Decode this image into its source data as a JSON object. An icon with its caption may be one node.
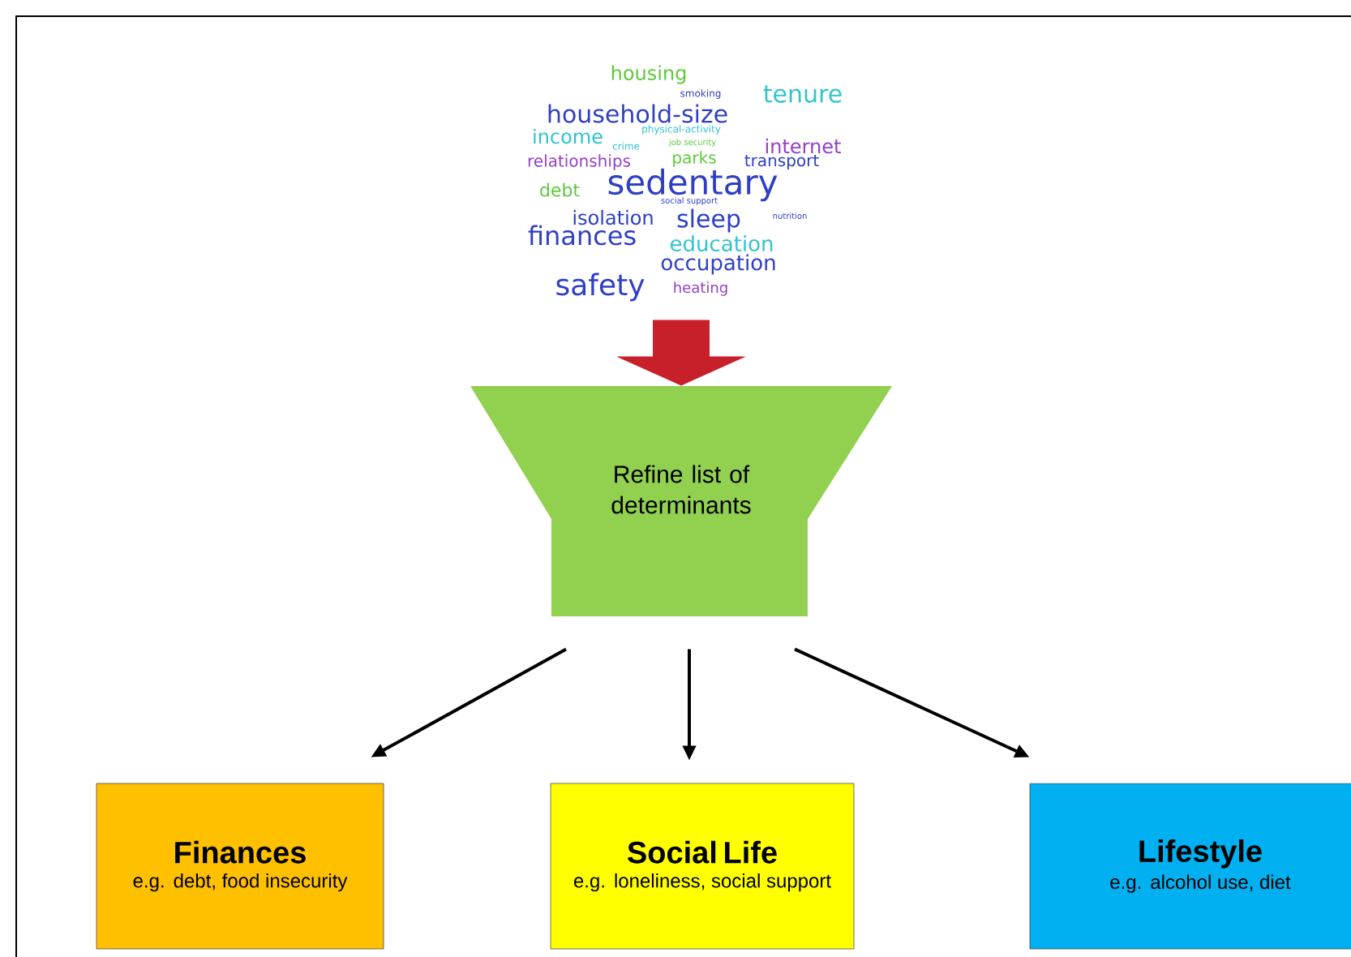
{
  "diagram": {
    "nodes": [
      {
        "text": [
          "housing",
          "smoking",
          "tenure",
          "household-size",
          "income",
          "physical-activity",
          "crime",
          "job security",
          "internet",
          "relationships",
          "parks",
          "transport",
          "debt",
          "sedentary",
          "social support",
          "isolation",
          "sleep",
          "nutrition",
          "finances",
          "education",
          "occupation",
          "safety",
          "heating"
        ]
      },
      {
        "text": [
          "Refine list of determinants"
        ]
      },
      {
        "text": [
          "Finances",
          "e.g. debt, food insecurity"
        ]
      },
      {
        "text": [
          "Social Life",
          "e.g. loneliness, social support"
        ]
      },
      {
        "text": [
          "Lifestyle",
          "e.g. alcohol use, diet"
        ]
      }
    ],
    "edges": [
      {
        "from": 0,
        "to": 1,
        "arrow": "to",
        "style": "thick",
        "color": "#c8202a"
      },
      {
        "from": 1,
        "to": 2,
        "arrow": "to"
      },
      {
        "from": 1,
        "to": 3,
        "arrow": "to"
      },
      {
        "from": 1,
        "to": 4,
        "arrow": "to"
      }
    ]
  }
}
